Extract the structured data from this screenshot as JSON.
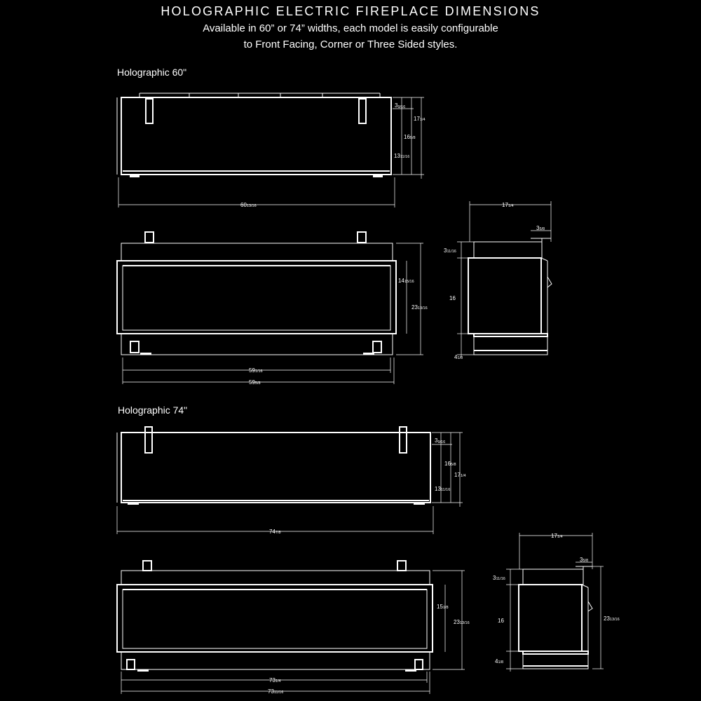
{
  "header": {
    "title": "HOLOGRAPHIC ELECTRIC FIREPLACE DIMENSIONS",
    "subtitle_line1": "Available in 60” or 74” widths, each model is easily configurable",
    "subtitle_line2": "to Front Facing, Corner or Three Sided styles."
  },
  "models": [
    {
      "name": "Holographic 60\"",
      "top_view": {
        "width": {
          "whole": "60",
          "frac": "13/16"
        },
        "depth_total": {
          "whole": "17",
          "frac": "1/4"
        },
        "depth_box": {
          "whole": "16",
          "frac": "5/8"
        },
        "offset": {
          "whole": "3",
          "frac": "9/16"
        },
        "depth_inner": {
          "whole": "13",
          "frac": "11/16"
        }
      },
      "front_view": {
        "glass_height": {
          "whole": "14",
          "frac": "15/16"
        },
        "total_height": {
          "whole": "23",
          "frac": "13/16"
        },
        "inner_width": {
          "whole": "59",
          "frac": "1/16"
        },
        "outer_width": {
          "whole": "59",
          "frac": "5/8"
        }
      },
      "side_view": {
        "depth": {
          "whole": "17",
          "frac": "1/4"
        },
        "step": {
          "whole": "3",
          "frac": "5/8"
        },
        "top_h": {
          "whole": "3",
          "frac": "11/16"
        },
        "mid_h": {
          "whole": "16",
          "frac": ""
        },
        "bot_h": {
          "whole": "4",
          "frac": "1/8"
        }
      }
    },
    {
      "name": "Holographic 74\"",
      "top_view": {
        "width": {
          "whole": "74",
          "frac": "7/8"
        },
        "depth_total": {
          "whole": "17",
          "frac": "1/4"
        },
        "depth_box": {
          "whole": "16",
          "frac": "5/8"
        },
        "offset": {
          "whole": "3",
          "frac": "9/16"
        },
        "depth_inner": {
          "whole": "13",
          "frac": "11/16"
        }
      },
      "front_view": {
        "glass_height": {
          "whole": "15",
          "frac": "1/8"
        },
        "total_height": {
          "whole": "23",
          "frac": "13/16"
        },
        "inner_width": {
          "whole": "73",
          "frac": "1/4"
        },
        "outer_width": {
          "whole": "73",
          "frac": "11/16"
        }
      },
      "side_view": {
        "depth": {
          "whole": "17",
          "frac": "1/4"
        },
        "step": {
          "whole": "3",
          "frac": "5/8"
        },
        "top_h": {
          "whole": "3",
          "frac": "11/16"
        },
        "mid_h": {
          "whole": "16",
          "frac": ""
        },
        "bot_h": {
          "whole": "4",
          "frac": "1/8"
        },
        "total_h": {
          "whole": "23",
          "frac": "13/16"
        }
      }
    }
  ]
}
